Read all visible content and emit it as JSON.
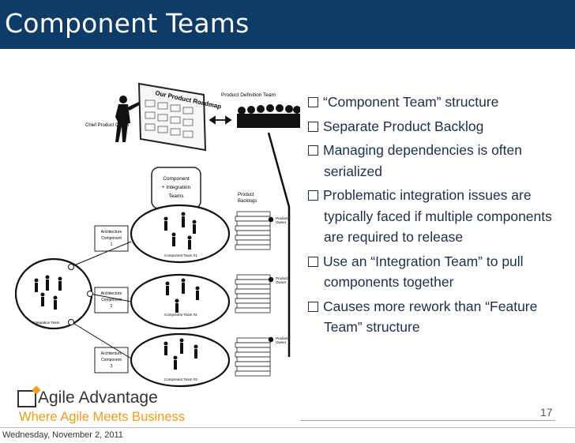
{
  "slide": {
    "title": "Component Teams",
    "bullets": [
      "“Component Team” structure",
      "Separate Product Backlog",
      "Managing dependencies is often serialized",
      "Problematic integration issues are typically faced if multiple components are required to release",
      "Use an “Integration Team” to pull components together",
      "Causes more rework than “Feature Team” structure"
    ],
    "page_number": "17"
  },
  "diagram": {
    "chief_owner": "Chief Product Owner",
    "roadmap": "Our Product Roadmap",
    "definition_team": "Product Definition Team",
    "integration_box": [
      "Component",
      "+ Integration",
      "Teams"
    ],
    "backlogs": "Product Backlogs",
    "product_owner": "Product Owner",
    "arch_components": [
      "Architecture Component 1",
      "Architecture Component 2",
      "Architecture Component 3"
    ],
    "team_labels": [
      "Component Team #1",
      "Component Team #2",
      "Component Team #3"
    ],
    "integration_team": "Integration Team"
  },
  "logo": {
    "name": "Agile Advantage",
    "tagline": "Where Agile Meets Business"
  },
  "footer": {
    "date": "Wednesday, November 2, 2011"
  },
  "colors": {
    "title_bar": "#0f3b67",
    "bullet_text": "#1c2f4a",
    "tagline": "#f39c12"
  }
}
